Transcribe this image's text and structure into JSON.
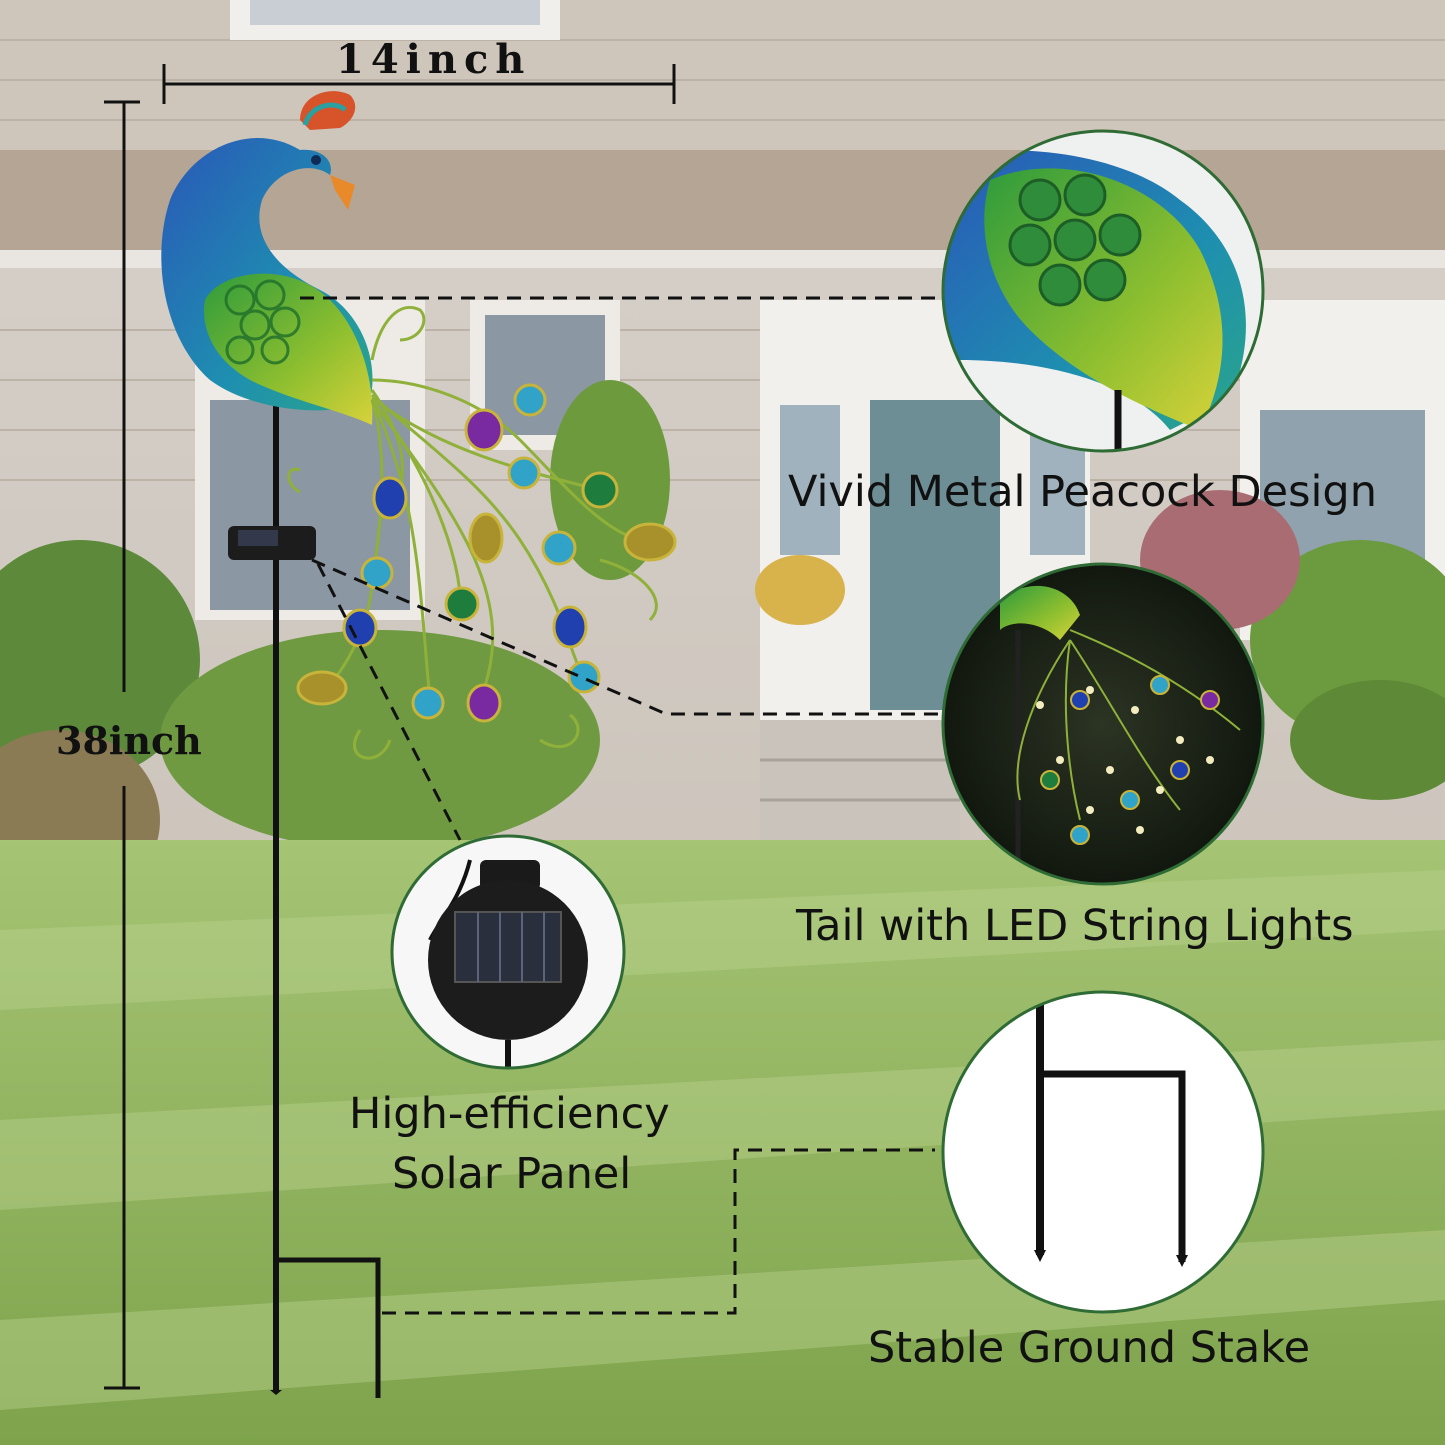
{
  "dimensions": {
    "width_label": "14inch",
    "height_label": "38inch"
  },
  "callouts": {
    "peacock_design": "Vivid Metal Peacock Design",
    "led_tail": "Tail with LED String Lights",
    "solar_panel_line1": "High-efficiency",
    "solar_panel_line2": "Solar Panel",
    "ground_stake": "Stable Ground Stake"
  },
  "colors": {
    "peacock_blue": "#1f6fb8",
    "peacock_green": "#2f9a3a",
    "lawn": "#86b05a",
    "house_siding": "#c9bfb3",
    "roof": "#b6a697",
    "circle_border": "#2f6b34"
  }
}
